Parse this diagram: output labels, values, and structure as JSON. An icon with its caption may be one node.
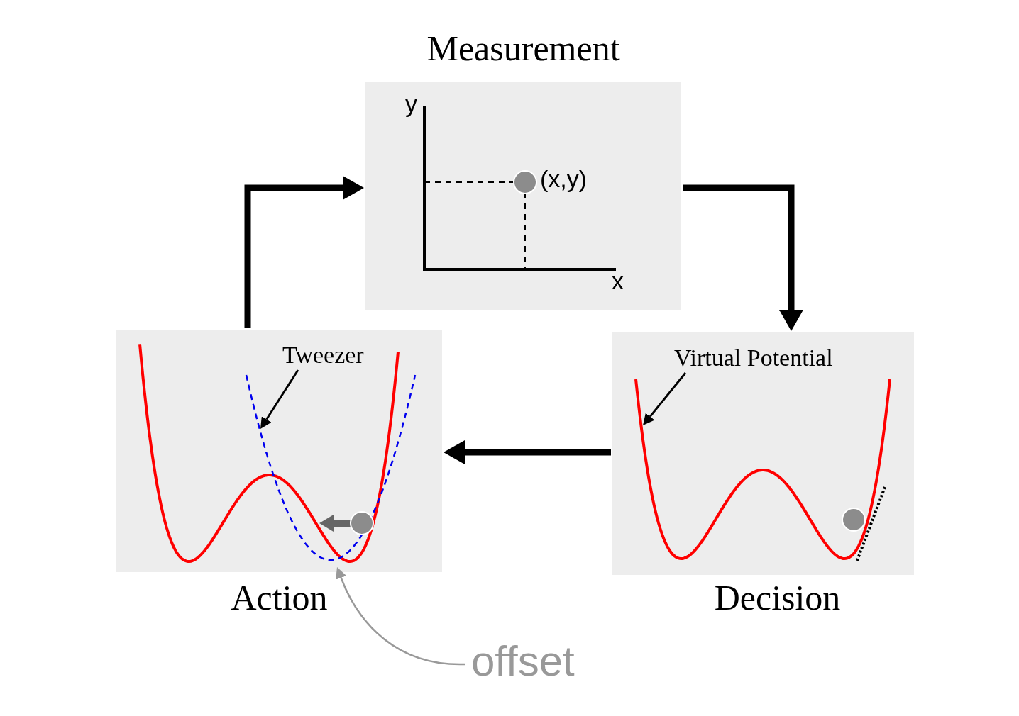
{
  "diagram": {
    "nodes": [
      {
        "text": [
          "Measurement"
        ]
      },
      {
        "text": [
          "Action"
        ]
      },
      {
        "text": [
          "Tweezer"
        ],
        "in": 1
      },
      {
        "text": [],
        "shape": "curve",
        "in": 1
      },
      {
        "text": [
          "Decision"
        ]
      },
      {
        "text": [
          "Virtual Potential"
        ],
        "in": 4
      },
      {
        "text": [],
        "shape": "curve",
        "in": 4
      },
      {
        "text": [
          "offset"
        ]
      }
    ],
    "edges": [
      {
        "from": 0,
        "to": 4,
        "arrow": "to",
        "style": "thick"
      },
      {
        "from": 4,
        "to": 1,
        "arrow": "to",
        "style": "thick"
      },
      {
        "from": 1,
        "to": 0,
        "arrow": "to",
        "style": "thick"
      },
      {
        "from": 2,
        "to": 3,
        "arrow": "to"
      },
      {
        "from": 5,
        "to": 6,
        "arrow": "to"
      },
      {
        "from": 7,
        "to": 3,
        "arrow": "to",
        "color": "#999999"
      }
    ],
    "labels": [
      "y",
      "(x,y)",
      "x"
    ]
  }
}
